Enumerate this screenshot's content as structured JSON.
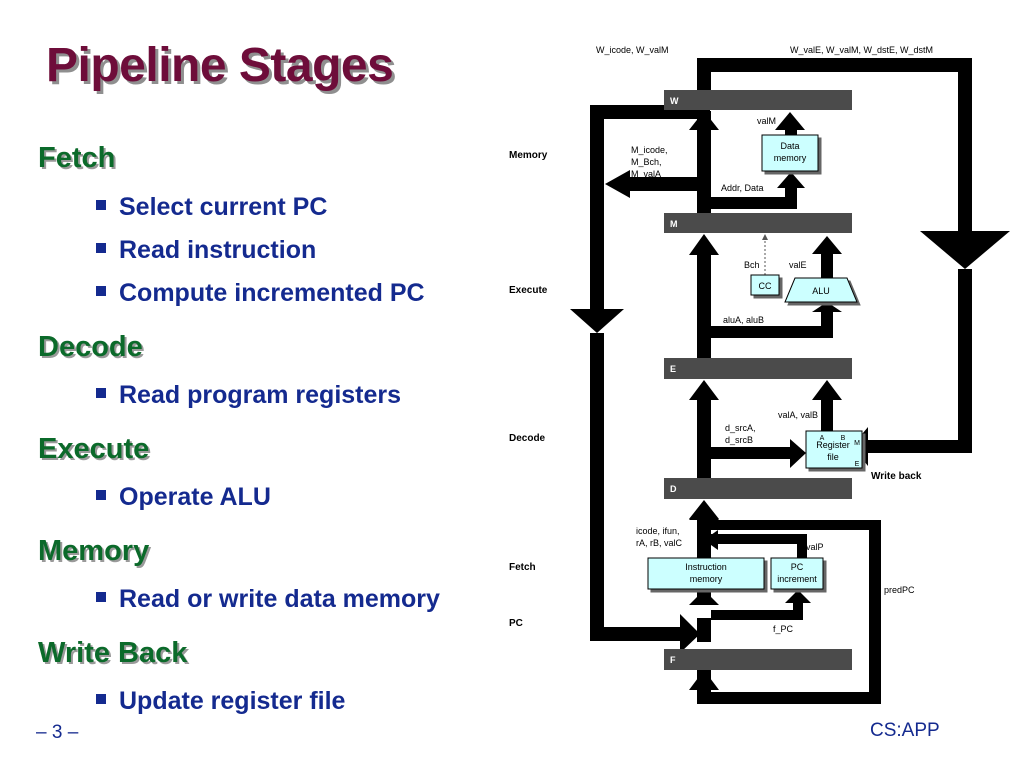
{
  "title": "Pipeline Stages",
  "outline": [
    {
      "heading": "Fetch",
      "bullets": [
        "Select current PC",
        "Read instruction",
        "Compute incremented PC"
      ]
    },
    {
      "heading": "Decode",
      "bullets": [
        "Read program registers"
      ]
    },
    {
      "heading": "Execute",
      "bullets": [
        "Operate ALU"
      ]
    },
    {
      "heading": "Memory",
      "bullets": [
        "Read or write data memory"
      ]
    },
    {
      "heading": "Write Back",
      "bullets": [
        "Update register file"
      ]
    }
  ],
  "footer": {
    "page": "– 3 –",
    "course": "CS:APP"
  },
  "diagram": {
    "stage_labels": {
      "memory": "Memory",
      "execute": "Execute",
      "decode": "Decode",
      "fetch": "Fetch",
      "pc": "PC",
      "write_back": "Write back"
    },
    "registers": {
      "w": "W",
      "m": "M",
      "e": "E",
      "d": "D",
      "f": "F"
    },
    "blocks": {
      "data_memory": [
        "Data",
        "memory"
      ],
      "alu": "ALU",
      "cc": "CC",
      "register_file": [
        "Register",
        "file"
      ],
      "register_file_ports": {
        "a": "A",
        "b": "B",
        "m": "M",
        "e": "E"
      },
      "instruction_memory": [
        "Instruction",
        "memory"
      ],
      "pc_increment": [
        "PC",
        "increment"
      ]
    },
    "signals": {
      "w_icode_valm": "W_icode, W_valM",
      "w_vale_group": "W_valE, W_valM, W_dstE, W_dstM",
      "valm": "valM",
      "m_icode_group": [
        "M_icode,",
        "M_Bch,",
        "M_valA"
      ],
      "addr_data": "Addr, Data",
      "bch": "Bch",
      "vale": "valE",
      "alua_alub": "aluA, aluB",
      "vala_valb": "valA, valB",
      "d_src": [
        "d_srcA,",
        "d_srcB"
      ],
      "icode_group": [
        "icode, ifun,",
        "rA, rB, valC"
      ],
      "valp": "valP",
      "predpc": "predPC",
      "f_pc": "f_PC"
    }
  }
}
